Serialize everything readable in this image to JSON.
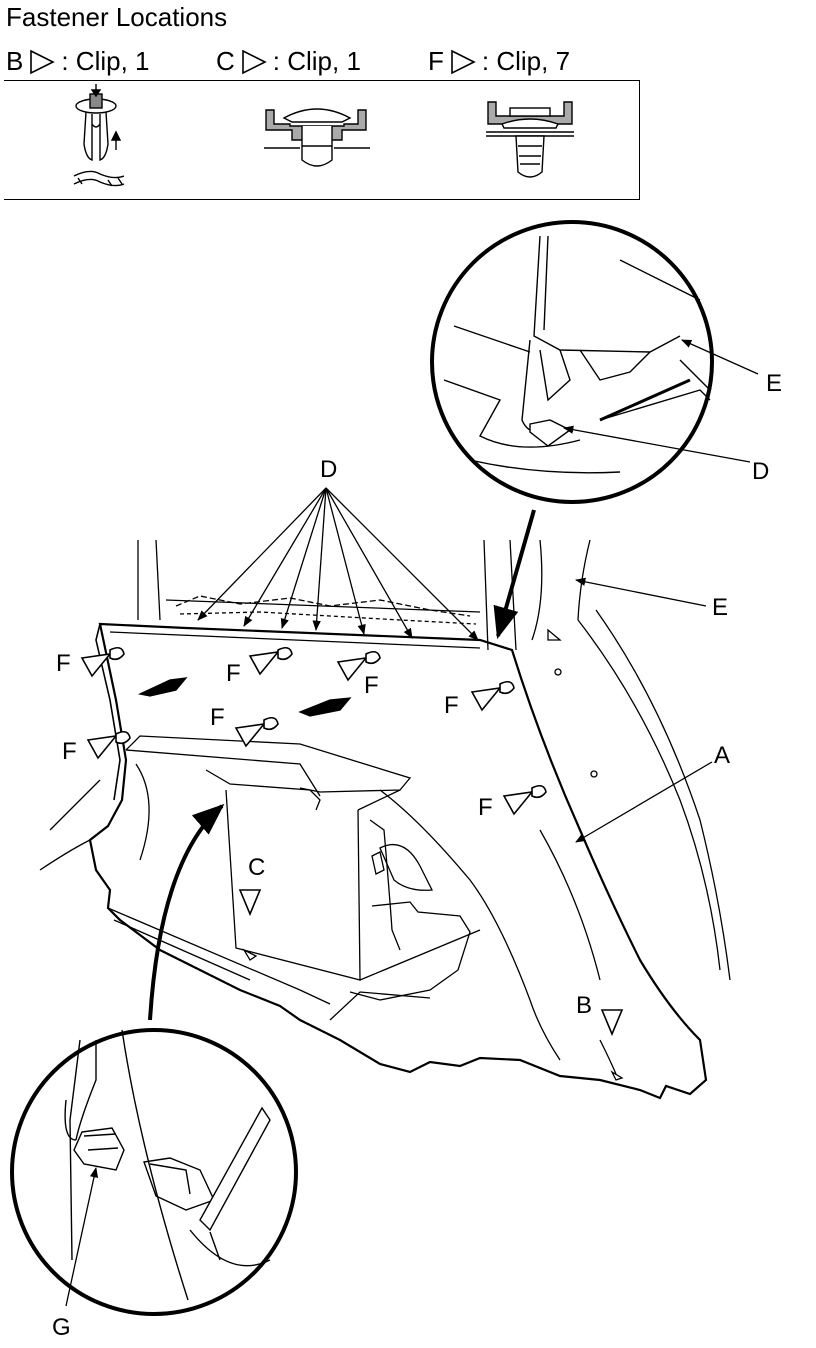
{
  "title": "Fastener Locations",
  "legend": [
    {
      "letter": "B",
      "text": ": Clip, 1"
    },
    {
      "letter": "C",
      "text": ": Clip, 1"
    },
    {
      "letter": "F",
      "text": ": Clip, 7"
    }
  ],
  "callouts": {
    "D_top": "D",
    "E_detail": "E",
    "D_detail": "D",
    "E_main": "E",
    "A": "A",
    "C": "C",
    "B": "B",
    "G": "G",
    "F": "F"
  },
  "icons": {
    "clip_marker": "triangle-outline-icon",
    "clip_b": "push-rivet-clip-icon",
    "clip_c": "trim-clip-icon",
    "clip_f": "fir-tree-clip-icon"
  }
}
